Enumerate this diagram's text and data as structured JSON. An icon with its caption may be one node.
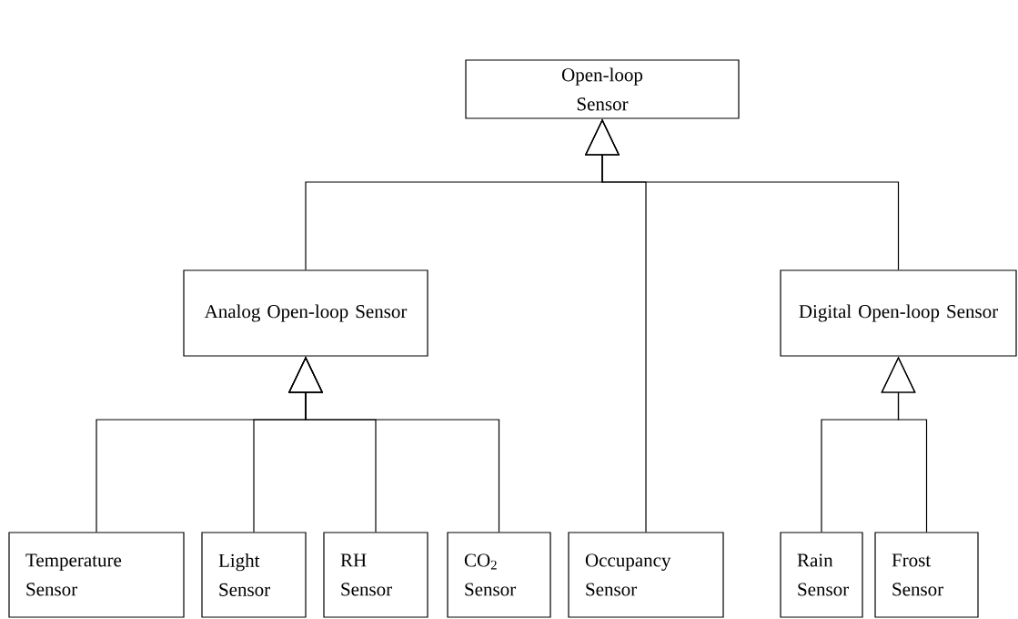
{
  "diagram": {
    "nodes": [
      {
        "text": [
          "Open-loop Sensor"
        ]
      },
      {
        "text": [
          "Analog Open-loop Sensor"
        ]
      },
      {
        "text": [
          "Digital Open-loop Sensor"
        ]
      },
      {
        "text": [
          "Temperature Sensor"
        ]
      },
      {
        "text": [
          "Light Sensor"
        ]
      },
      {
        "text": [
          "RH Sensor"
        ]
      },
      {
        "text": [
          "CO$_{2}$ Sensor"
        ]
      },
      {
        "text": [
          "Occupancy Sensor"
        ]
      },
      {
        "text": [
          "Rain Sensor"
        ]
      },
      {
        "text": [
          "Frost Sensor"
        ]
      }
    ],
    "edges": [
      {
        "from": 1,
        "to": 0,
        "arrow": "to"
      },
      {
        "from": 7,
        "to": 0,
        "arrow": "to"
      },
      {
        "from": 2,
        "to": 0,
        "arrow": "to"
      },
      {
        "from": 3,
        "to": 1,
        "arrow": "to"
      },
      {
        "from": 4,
        "to": 1,
        "arrow": "to"
      },
      {
        "from": 5,
        "to": 1,
        "arrow": "to"
      },
      {
        "from": 6,
        "to": 1,
        "arrow": "to"
      },
      {
        "from": 8,
        "to": 2,
        "arrow": "to"
      },
      {
        "from": 9,
        "to": 2,
        "arrow": "to"
      }
    ]
  }
}
